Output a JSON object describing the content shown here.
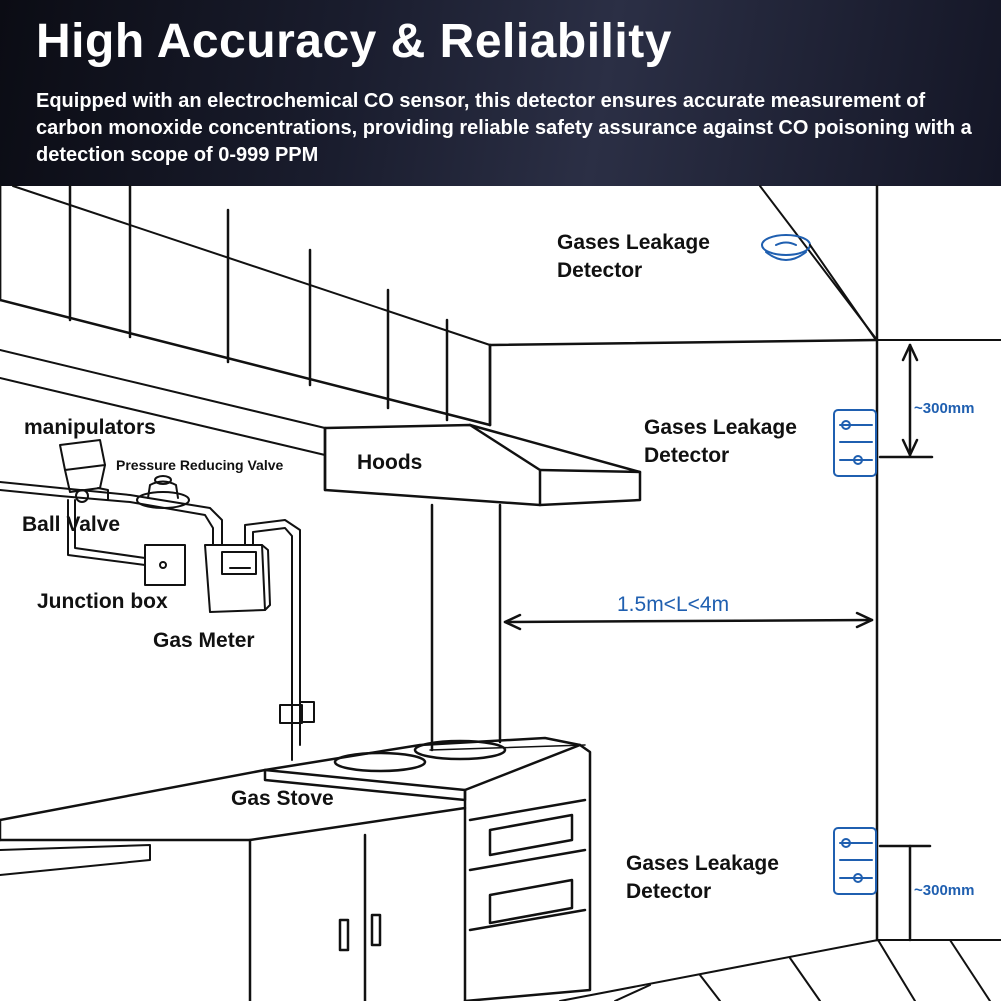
{
  "header": {
    "title": "High Accuracy & Reliability",
    "description": "Equipped with an electrochemical CO sensor, this detector ensures accurate measurement of carbon monoxide concentrations, providing reliable safety assurance against CO poisoning with a detection scope of 0-999 PPM"
  },
  "labels": {
    "detector_ceiling_line1": "Gases Leakage",
    "detector_ceiling_line2": "Detector",
    "detector_upper_line1": "Gases Leakage",
    "detector_upper_line2": "Detector",
    "detector_lower_line1": "Gases Leakage",
    "detector_lower_line2": "Detector",
    "manipulators": "manipulators",
    "pressure_reducing_valve": "Pressure Reducing Valve",
    "hoods": "Hoods",
    "ball_valve": "Ball Valve",
    "junction_box": "Junction box",
    "gas_meter": "Gas Meter",
    "gas_stove": "Gas Stove",
    "distance": "1.5m<L<4m",
    "height_upper": "~300mm",
    "height_lower": "~300mm"
  },
  "colors": {
    "line": "#111111",
    "accent_blue": "#1f5fb0",
    "banner_dark": "#141626"
  }
}
